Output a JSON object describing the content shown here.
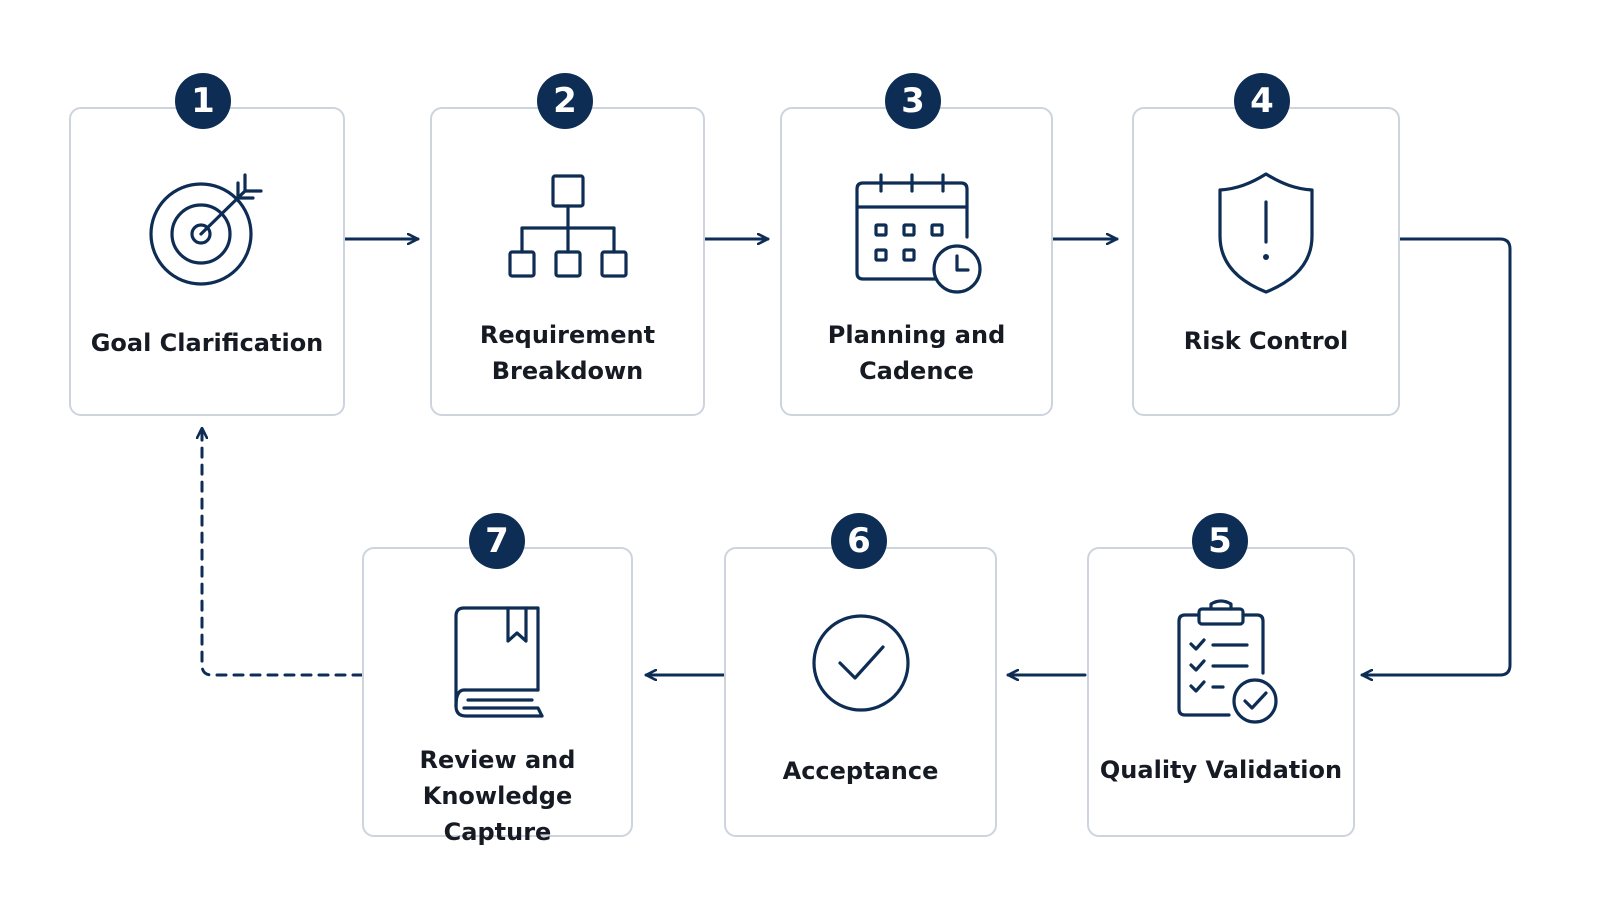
{
  "colors": {
    "accent": "#0e2d55",
    "card_border": "#cdd4de",
    "label_text": "#161a22",
    "background": "#ffffff"
  },
  "steps": [
    {
      "number": "1",
      "lines": [
        "Goal Clarification"
      ],
      "icon": "target-icon"
    },
    {
      "number": "2",
      "lines": [
        "Requirement",
        "Breakdown"
      ],
      "icon": "hierarchy-icon"
    },
    {
      "number": "3",
      "lines": [
        "Planning and",
        "Cadence"
      ],
      "icon": "calendar-clock-icon"
    },
    {
      "number": "4",
      "lines": [
        "Risk Control"
      ],
      "icon": "shield-alert-icon"
    },
    {
      "number": "5",
      "lines": [
        "Quality Validation"
      ],
      "icon": "clipboard-check-icon"
    },
    {
      "number": "6",
      "lines": [
        "Acceptance"
      ],
      "icon": "check-circle-icon"
    },
    {
      "number": "7",
      "lines": [
        "Review and",
        "Knowledge Capture"
      ],
      "icon": "book-icon"
    }
  ]
}
